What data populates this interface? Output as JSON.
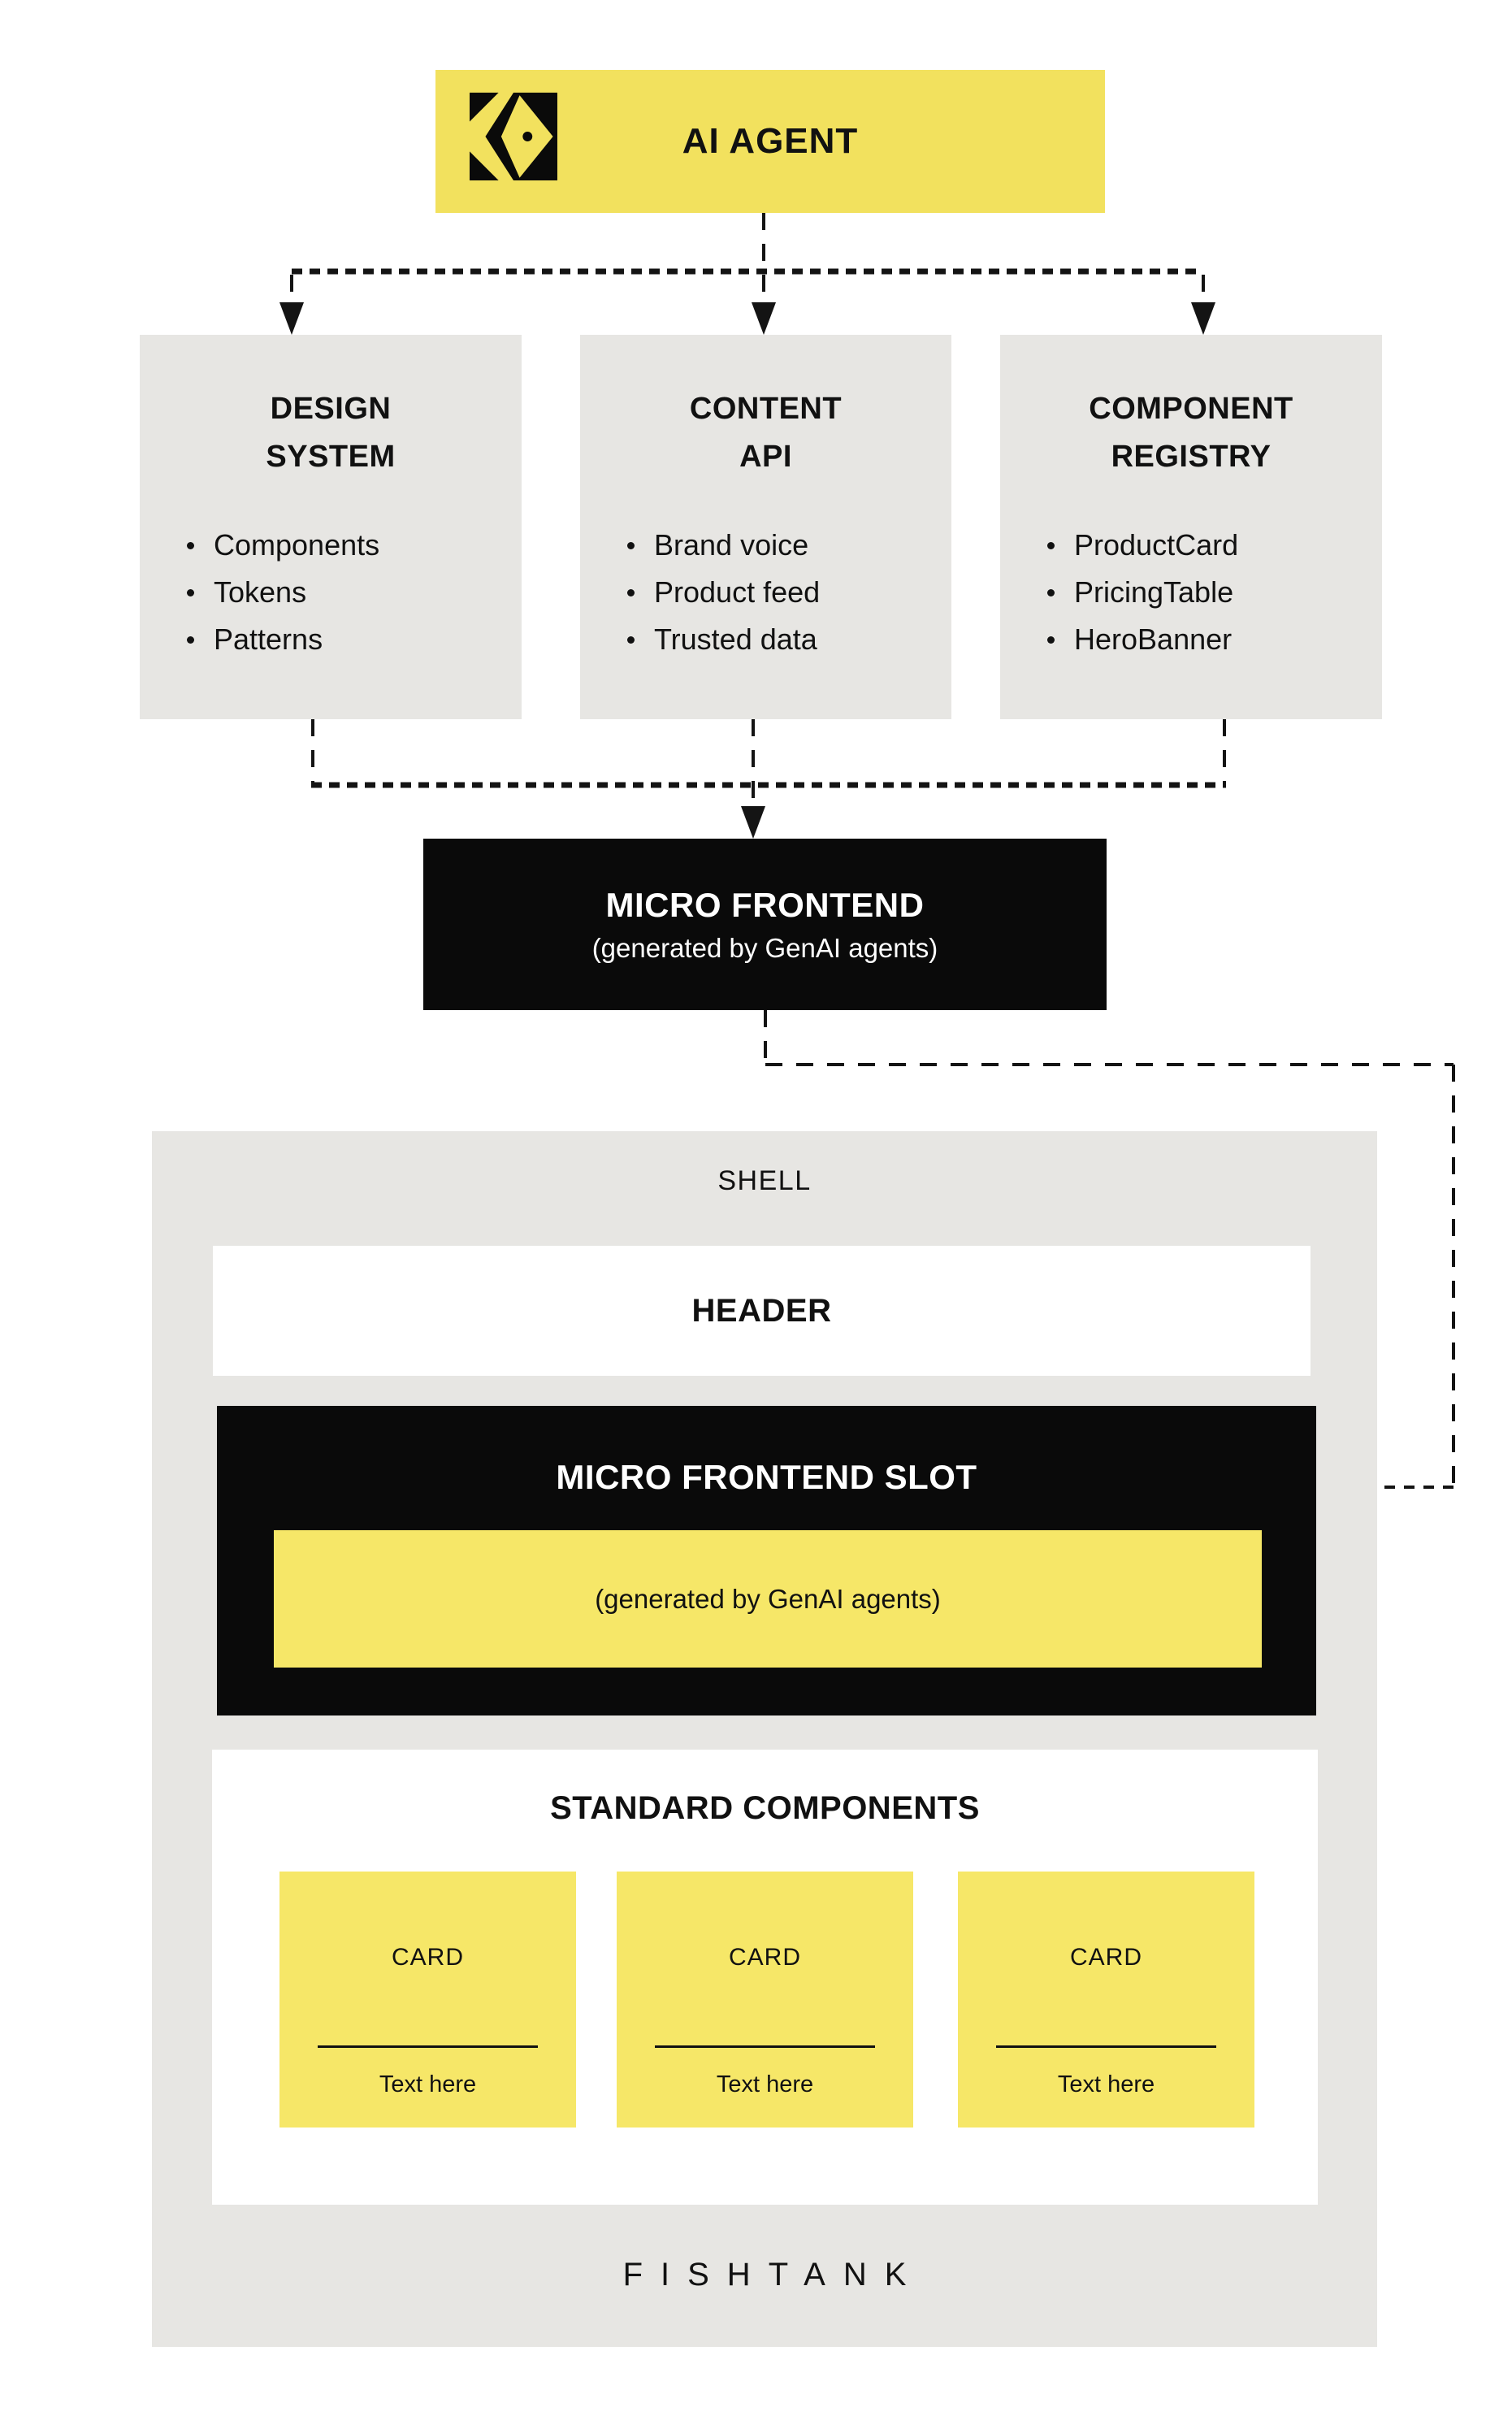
{
  "colors": {
    "yellow_agent": "#F2E15E",
    "yellow_soft": "#F6E768",
    "gray_box": "#E7E6E3",
    "black_box": "#0A0A0A"
  },
  "ai_agent": {
    "label": "AI AGENT"
  },
  "sources": [
    {
      "title_line1": "DESIGN",
      "title_line2": "SYSTEM",
      "items": [
        "Components",
        "Tokens",
        "Patterns"
      ]
    },
    {
      "title_line1": "CONTENT",
      "title_line2": "API",
      "items": [
        "Brand voice",
        "Product feed",
        "Trusted data"
      ]
    },
    {
      "title_line1": "COMPONENT",
      "title_line2": "REGISTRY",
      "items": [
        "ProductCard",
        "PricingTable",
        "HeroBanner"
      ]
    }
  ],
  "micro_frontend": {
    "title": "MICRO FRONTEND",
    "subtitle": "(generated by GenAI agents)"
  },
  "shell": {
    "label": "SHELL",
    "header_label": "HEADER",
    "slot": {
      "title": "MICRO FRONTEND SLOT",
      "inner_label": "(generated by GenAI agents)"
    },
    "standard_components": {
      "title": "STANDARD COMPONENTS",
      "cards": [
        {
          "label": "CARD",
          "text": "Text here"
        },
        {
          "label": "CARD",
          "text": "Text here"
        },
        {
          "label": "CARD",
          "text": "Text here"
        }
      ]
    },
    "brand": "FISHTANK"
  }
}
